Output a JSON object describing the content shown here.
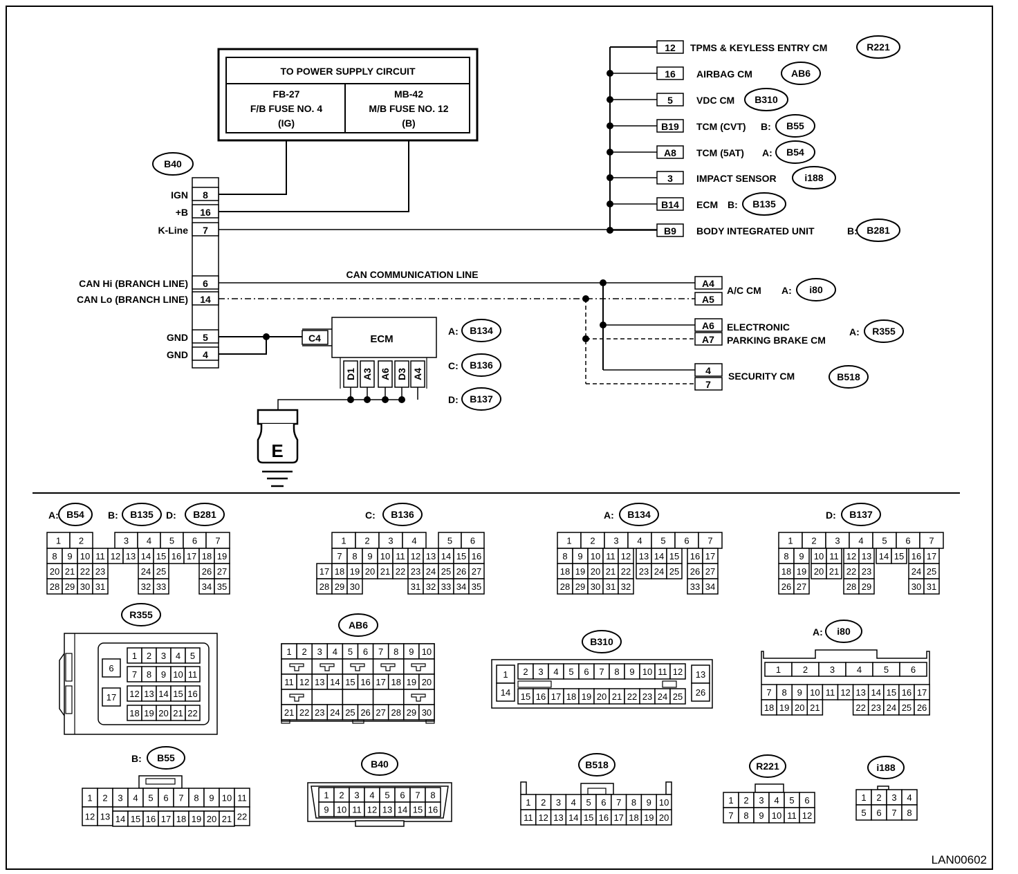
{
  "diagram_id": "LAN00602",
  "power_box": {
    "title": "TO POWER SUPPLY CIRCUIT",
    "left": [
      "FB-27",
      "F/B FUSE NO. 4",
      "(IG)"
    ],
    "right": [
      "MB-42",
      "M/B FUSE NO. 12",
      "(B)"
    ]
  },
  "b40_connector": {
    "label": "B40",
    "pins": [
      {
        "name": "IGN",
        "pin": "8"
      },
      {
        "name": "+B",
        "pin": "16"
      },
      {
        "name": "K-Line",
        "pin": "7"
      },
      {
        "name": "CAN Hi (BRANCH LINE)",
        "pin": "6"
      },
      {
        "name": "CAN Lo (BRANCH LINE)",
        "pin": "14"
      },
      {
        "name": "GND",
        "pin": "5"
      },
      {
        "name": "GND",
        "pin": "4"
      }
    ]
  },
  "can_line_label": "CAN COMMUNICATION LINE",
  "kline_modules": [
    {
      "pin": "12",
      "name": "TPMS & KEYLESS ENTRY CM",
      "prefix": "",
      "conn": "R221"
    },
    {
      "pin": "16",
      "name": "AIRBAG CM",
      "prefix": "",
      "conn": "AB6"
    },
    {
      "pin": "5",
      "name": "VDC CM",
      "prefix": "",
      "conn": "B310"
    },
    {
      "pin": "B19",
      "name": "TCM (CVT)",
      "prefix": "B:",
      "conn": "B55"
    },
    {
      "pin": "A8",
      "name": "TCM (5AT)",
      "prefix": "A:",
      "conn": "B54"
    },
    {
      "pin": "3",
      "name": "IMPACT SENSOR",
      "prefix": "",
      "conn": "i188"
    },
    {
      "pin": "B14",
      "name": "ECM",
      "prefix": "B:",
      "conn": "B135"
    },
    {
      "pin": "B9",
      "name": "BODY INTEGRATED UNIT",
      "prefix": "B:",
      "conn": "B281"
    }
  ],
  "can_modules": [
    {
      "pins": [
        "A4",
        "A5"
      ],
      "name": [
        "A/C CM"
      ],
      "prefix": "A:",
      "conn": "i80"
    },
    {
      "pins": [
        "A6",
        "A7"
      ],
      "name": [
        "ELECTRONIC",
        "PARKING BRAKE CM"
      ],
      "prefix": "A:",
      "conn": "R355"
    },
    {
      "pins": [
        "4",
        "7"
      ],
      "name": [
        "SECURITY CM"
      ],
      "prefix": "",
      "conn": "B518"
    }
  ],
  "ecm": {
    "label": "ECM",
    "side_pin": "C4",
    "bottom_pins": [
      "D1",
      "A3",
      "A6",
      "D3",
      "A4"
    ],
    "connectors": [
      {
        "prefix": "A:",
        "conn": "B134"
      },
      {
        "prefix": "C:",
        "conn": "B136"
      },
      {
        "prefix": "D:",
        "conn": "B137"
      }
    ]
  },
  "ground_label": "E",
  "connector_views": {
    "b54_group": {
      "labels": [
        {
          "prefix": "A:",
          "conn": "B54"
        },
        {
          "prefix": "B:",
          "conn": "B135"
        },
        {
          "prefix": "D:",
          "conn": "B281"
        }
      ]
    },
    "b136": {
      "prefix": "C:",
      "conn": "B136"
    },
    "b134": {
      "prefix": "A:",
      "conn": "B134"
    },
    "b137": {
      "prefix": "D:",
      "conn": "B137"
    },
    "r355": {
      "conn": "R355"
    },
    "ab6": {
      "conn": "AB6"
    },
    "b310": {
      "conn": "B310"
    },
    "i80": {
      "prefix": "A:",
      "conn": "i80"
    },
    "b55": {
      "prefix": "B:",
      "conn": "B55"
    },
    "b40": {
      "conn": "B40"
    },
    "b518": {
      "conn": "B518"
    },
    "r221": {
      "conn": "R221"
    },
    "i188": {
      "conn": "i188"
    }
  }
}
